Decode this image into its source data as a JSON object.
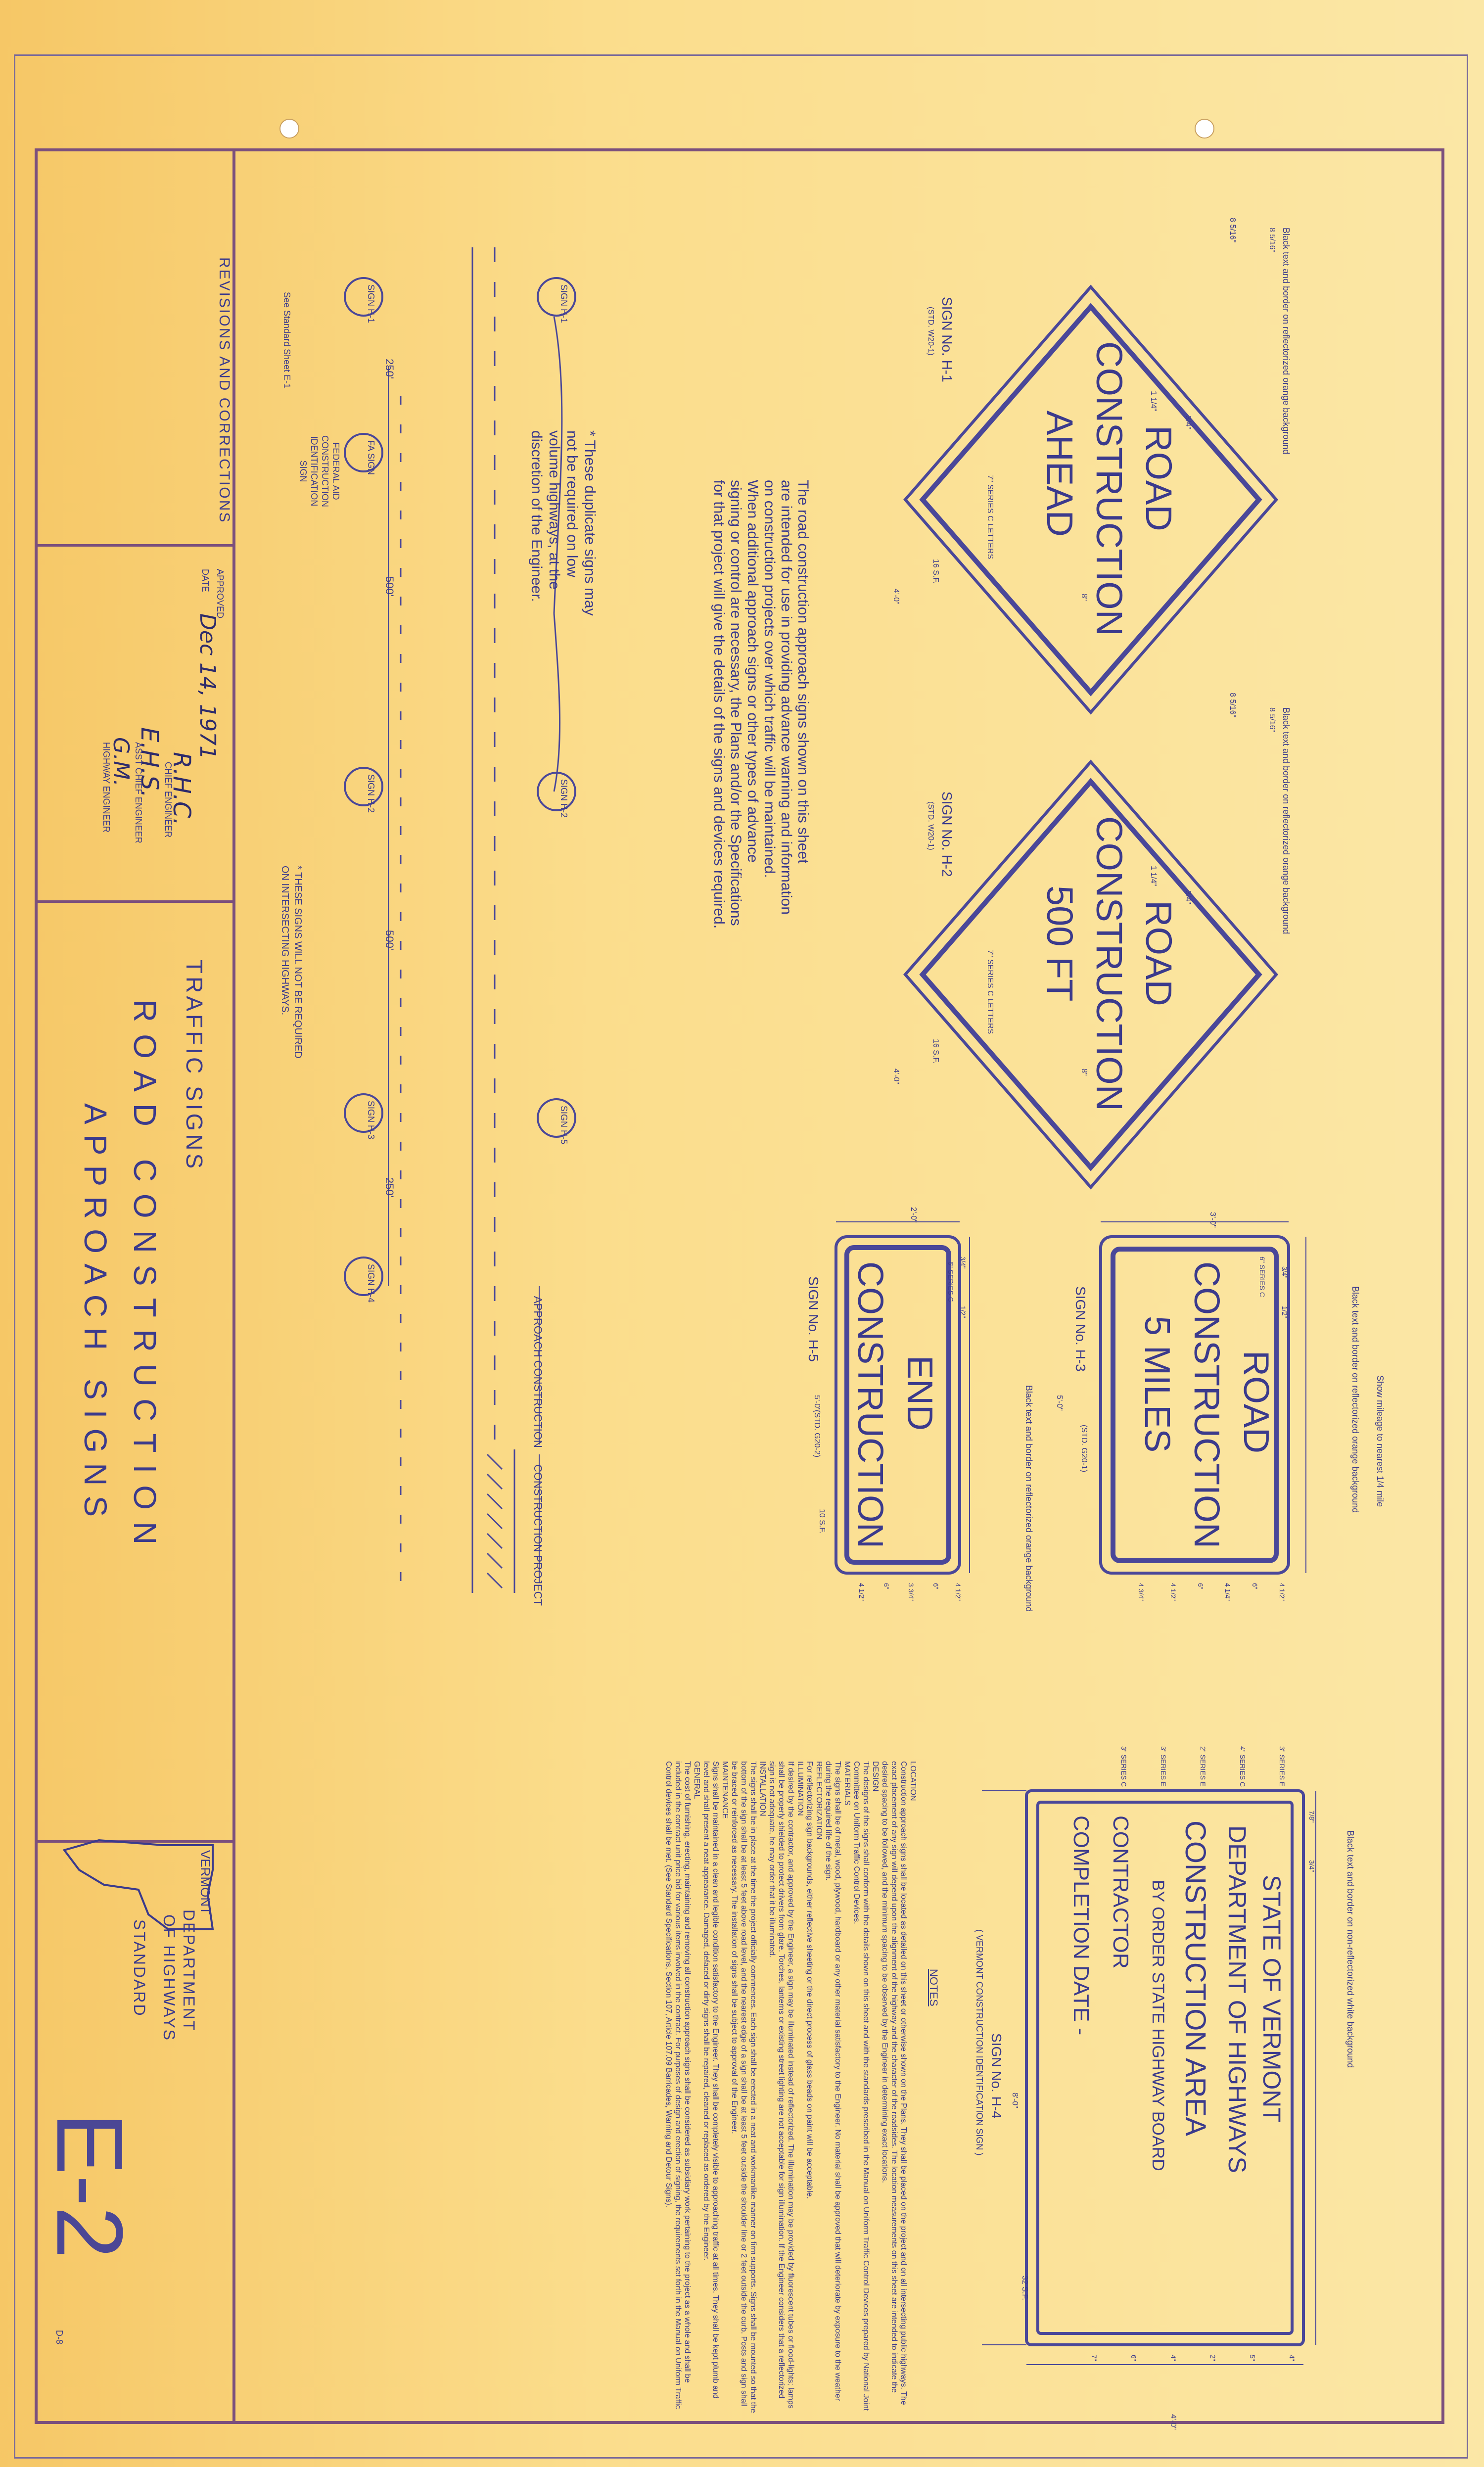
{
  "title_block": {
    "agency_top": "VERMONT",
    "agency_1": "DEPARTMENT",
    "agency_2": "OF HIGHWAYS",
    "standard": "STANDARD",
    "sheet": "E-2",
    "sheet_ref": "D-8",
    "title_1": "TRAFFIC SIGNS",
    "title_2": "ROAD CONSTRUCTION",
    "title_3": "APPROACH SIGNS",
    "revisions": "REVISIONS AND CORRECTIONS",
    "approved": "APPROVED",
    "date_label": "DATE",
    "date_value": "Dec 14, 1971",
    "chief": "CHIEF ENGINEER",
    "asst_chief": "ASST CHIEF ENGINEER",
    "highway_eng": "HIGHWAY ENGINEER"
  },
  "signs": {
    "h1": {
      "l1": "ROAD",
      "l2": "CONSTRUCTION",
      "l3": "AHEAD",
      "label": "SIGN No. H-1",
      "std": "(STD. W20-1)",
      "note": "Black text and border on reflectorized orange background",
      "series": "7\" SERIES C LETTERS",
      "dim1": "8 5/16\"",
      "dim2": "8 5/16\"",
      "dim3": "3/4\"",
      "dim4": "1 1/4\"",
      "dim5": "16 S.F.",
      "dim6": "4'-0\"",
      "dim7": "8\""
    },
    "h2": {
      "l1": "ROAD",
      "l2": "CONSTRUCTION",
      "l3": "500 FT",
      "label": "SIGN No. H-2",
      "std": "(STD. W20-1)",
      "note": "Black text and border on reflectorized orange background",
      "series": "7\" SERIES C LETTERS",
      "dim1": "8 5/16\"",
      "dim2": "8 5/16\"",
      "dim3": "3/4\"",
      "dim4": "1 1/4\"",
      "dim5": "16 S.F.",
      "dim6": "4'-0\"",
      "dim7": "8\""
    },
    "h3": {
      "l1": "ROAD",
      "l2": "CONSTRUCTION",
      "l3": "5 MILES",
      "label": "SIGN No. H-3",
      "std": "(STD. G20-1)",
      "note": "Black text and border on reflectorized orange background",
      "note2": "Show mileage to nearest 1/4 mile",
      "series": "6\" SERIES C",
      "dim_w": "5'-0\"",
      "dim_h": "3'-0\"",
      "d1": "3/4\"",
      "d2": "1/2\"",
      "d3": "4 1/2\"",
      "d4": "6\"",
      "d5": "4 1/4\"",
      "d6": "6\"",
      "d7": "4 1/2\"",
      "d8": "4 3/4\""
    },
    "h5": {
      "l1": "END",
      "l2": "CONSTRUCTION",
      "label": "SIGN No. H-5",
      "std": "(STD. G20-2)",
      "note": "Black text and border on reflectorized orange background",
      "series": "6\" SERIES C",
      "dim_w": "5'-0\"",
      "dim_h": "2'-0\"",
      "sf": "10 S.F.",
      "d1": "3/4\"",
      "d2": "1/2\"",
      "d3": "4 1/2\"",
      "d4": "6\"",
      "d5": "3 3/4\"",
      "d6": "6\"",
      "d7": "4 1/2\""
    },
    "h4": {
      "l1": "STATE OF VERMONT",
      "l2": "DEPARTMENT OF HIGHWAYS",
      "l3": "CONSTRUCTION AREA",
      "l4": "BY ORDER STATE HIGHWAY BOARD",
      "l5": "CONTRACTOR",
      "l6": "COMPLETION DATE -",
      "label": "SIGN No. H-4",
      "sub": "( VERMONT CONSTRUCTION IDENTIFICATION SIGN )",
      "note": "Black text and border on non-reflectorized white background",
      "dim_w": "8'-0\"",
      "dim_h": "4'-0\"",
      "sf": "32 S.F.",
      "s1": "3\" SERIES E",
      "s2": "4\" SERIES C",
      "s3": "2\" SERIES E",
      "s4": "3\" SERIES E",
      "s5": "3\" SERIES C",
      "d1": "7/8\"",
      "d2": "3/4\"",
      "d3": "4\"",
      "d4": "5\"",
      "d5": "2\"",
      "d6": "4\"",
      "d7": "6\"",
      "d8": "7\""
    }
  },
  "intro_text": [
    "The road construction approach signs shown on this sheet",
    "are intended for use in providing advance warning and information",
    "on construction projects over which traffic will be maintained.",
    "When additional approach signs or other types of advance",
    "signing or control are necessary, the Plans and/or the Specifications",
    "for that project will give the details of the signs and devices required."
  ],
  "layout_diagram": {
    "labels": [
      "SIGN H-1",
      "SIGN H-2",
      "SIGN H-5",
      "SIGN H-1",
      "FA SIGN",
      "SIGN H-2",
      "SIGN H-3",
      "SIGN H-4"
    ],
    "dist1": "250'",
    "dist2": "500'",
    "dist3": "500'",
    "dist4": "250'",
    "approach": "APPROACH CONSTRUCTION",
    "project": "CONSTRUCTION PROJECT",
    "duplicate_note": [
      "* These duplicate signs may",
      "not be required on low",
      "volume highways, at the",
      "discretion of the Engineer."
    ],
    "fa_note": [
      "FEDERAL AID",
      "CONSTRUCTION",
      "IDENTIFICATION",
      "SIGN",
      "See Standard Sheet E-1"
    ],
    "star_note": [
      "* THESE SIGNS WILL NOT BE REQUIRED",
      "ON INTERSECTING HIGHWAYS."
    ]
  },
  "notes": {
    "heading": "NOTES",
    "sections": [
      {
        "h": "LOCATION",
        "b": "Construction approach signs shall be located as detailed on this sheet or otherwise shown on the Plans. They shall be placed on the project and on all intersecting public highways. The exact placement of any sign will depend upon the alignment of the highway and the character of the roadsides. The location measurements on this sheet are intended to indicate the desired spacing to be followed, and the minimum spacing to be observed by the Engineer in determining exact locations."
      },
      {
        "h": "DESIGN",
        "b": "The designs of the signs shall conform with the details shown on this sheet and with the standards prescribed in the Manual on Uniform Traffic Control Devices prepared by National Joint Committee on Uniform Traffic Control Devices."
      },
      {
        "h": "MATERIALS",
        "b": "The signs shall be of metal, wood, plywood, hardboard or any other material satisfactory to the Engineer. No material shall be approved that will deteriorate by exposure to the weather during the required life of the sign."
      },
      {
        "h": "REFLECTORIZATION",
        "b": "For reflectorizing sign backgrounds, either reflective sheeting or the direct process of glass beads on paint will be acceptable."
      },
      {
        "h": "ILLUMINATION",
        "b": "If desired by the contractor, and approved by the Engineer, a sign may be illuminated instead of reflectorized. The illumination may be provided by fluorescent tubes or flood-lights; lamps shall be properly shielded to protect drivers from glare. Torches, lanterns or existing street lighting are not acceptable for sign illumination. If the Engineer considers that a reflectorized sign is not adequate, he may order that it be illuminated."
      },
      {
        "h": "INSTALLATION",
        "b": "The signs shall be in place at the time the project officially commences. Each sign shall be erected in a neat and workmanlike manner on firm supports. Signs shall be mounted so that the bottom of the sign shall be at least 5 feet above road level, and the nearest edge of a sign shall be at least 5 feet outside the shoulder line or 2 feet outside the curb. Posts and sign shall be braced or reinforced as necessary. The installation of signs shall be subject to approval of the Engineer."
      },
      {
        "h": "MAINTENANCE",
        "b": "Signs shall be maintained in a clean and legible condition satisfactory to the Engineer. They shall be completely visible to approaching traffic at all times. They shall be kept plumb and level and shall present a neat appearance. Damaged, defaced or dirty signs shall be repaired, cleaned or replaced as ordered by the Engineer."
      },
      {
        "h": "GENERAL",
        "b": "The cost of furnishing, erecting, maintaining and removing all construction approach signs shall be considered as subsidiary work pertaining to the project as a whole and shall be included in the contract unit price bid for various items involved in the contract. For purposes of design and erection of signing, the requirements set forth in the Manual on Uniform Traffic Control devices shall be met. (See Standard Specifications, Section 107, Article 107.09 Barricades, Warning and Detour Signs)."
      }
    ]
  }
}
